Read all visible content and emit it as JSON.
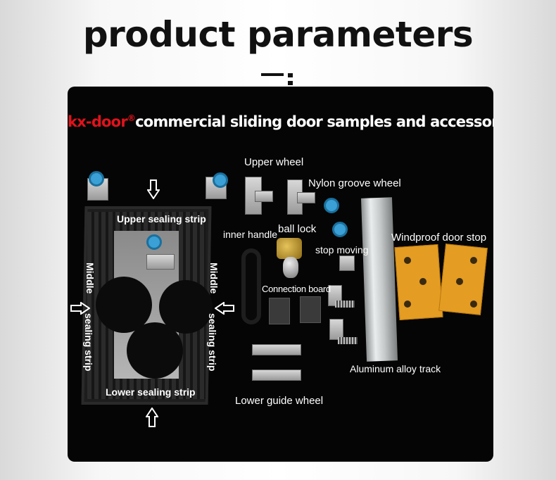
{
  "header": {
    "title": "product parameters"
  },
  "panel": {
    "brand": "kx-door",
    "registered": "®",
    "heading": "commercial sliding door samples and accessories"
  },
  "labels": {
    "upper_sealing_strip": "Upper sealing strip",
    "lower_sealing_strip": "Lower sealing strip",
    "middle_sealing_strip_left_1": "Middle",
    "middle_sealing_strip_left_2": "sealing strip",
    "middle_sealing_strip_right_1": "Middle",
    "middle_sealing_strip_right_2": "sealing strip",
    "upper_wheel": "Upper wheel",
    "nylon_groove_wheel": "Nylon groove wheel",
    "inner_handle": "inner handle",
    "ball_lock": "ball lock",
    "stop_moving": "stop moving",
    "windproof_door_stop": "Windproof door stop",
    "connection_board": "Connection board",
    "aluminum_alloy_track": "Aluminum alloy track",
    "lower_guide_wheel": "Lower guide wheel"
  },
  "colors": {
    "brand_red": "#e1121b",
    "panel_bg": "#050505",
    "roller_blue": "#3aa0d6",
    "stop_orange": "#e49c22"
  }
}
